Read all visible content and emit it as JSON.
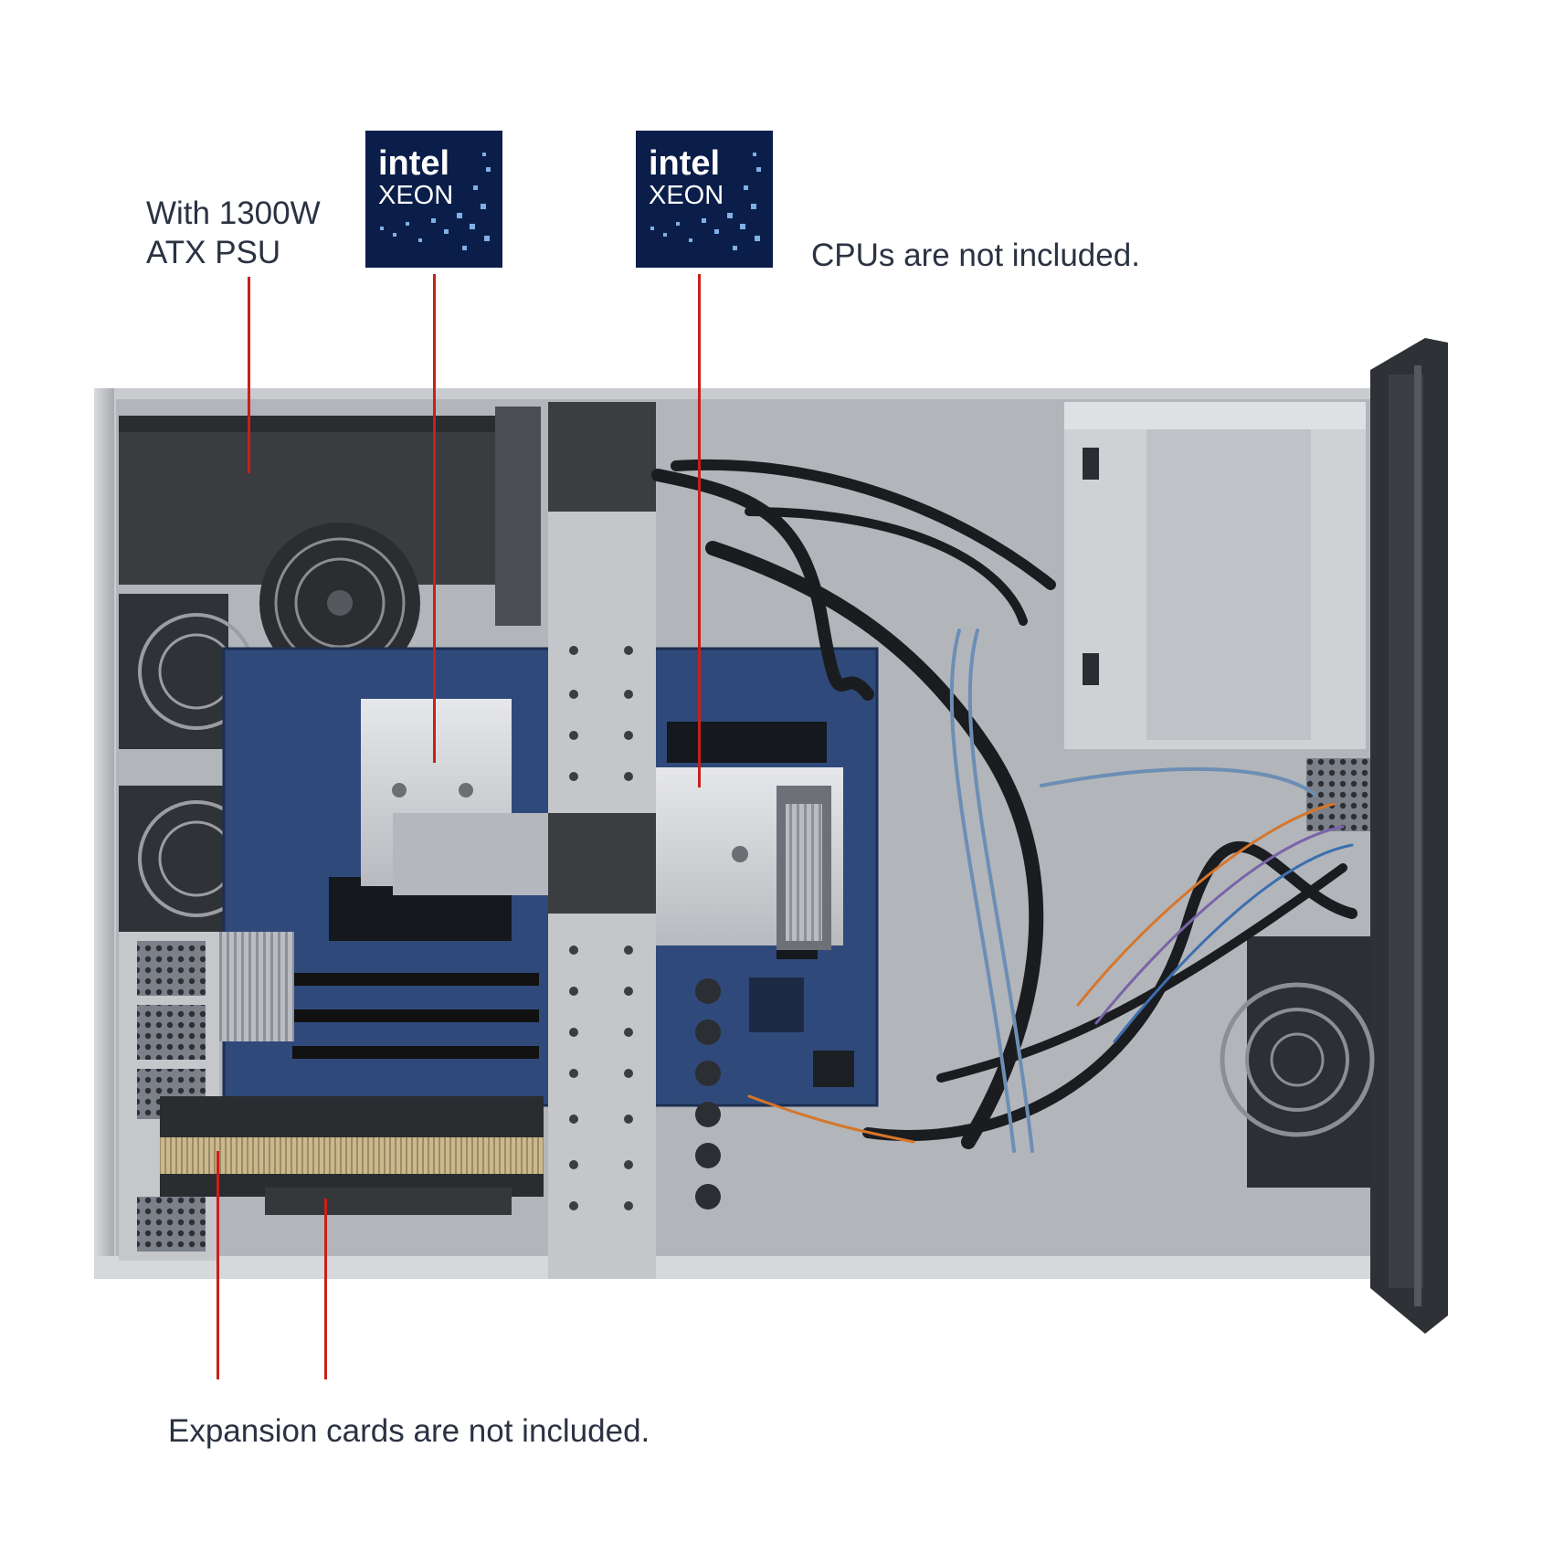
{
  "captions": {
    "psu": "With 1300W ATX PSU",
    "cpus": "CPUs are not included.",
    "expansion": "Expansion cards are not included."
  },
  "logos": [
    {
      "brand": "intel",
      "line": "xeon"
    },
    {
      "brand": "intel",
      "line": "xeon"
    }
  ],
  "colors": {
    "leader_line": "#c8201a",
    "logo_bg": "#0b1e4a",
    "caption_text": "#2b3242"
  }
}
